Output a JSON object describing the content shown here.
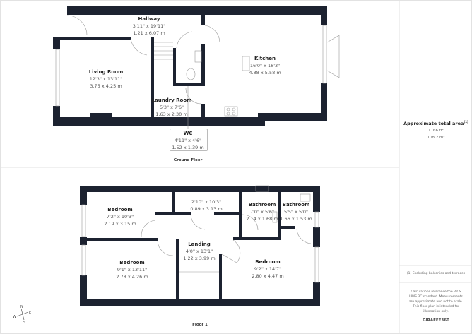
{
  "ground_floor": {
    "label": "Ground Floor",
    "rooms": [
      {
        "name": "Hallway",
        "imperial": "3'11\" x 19'11\"",
        "metric": "1.21 x 6.07 m"
      },
      {
        "name": "Living Room",
        "imperial": "12'3\" x 13'11\"",
        "metric": "3.75 x 4.25 m"
      },
      {
        "name": "Kitchen",
        "imperial": "16'0\" x 18'3\"",
        "metric": "4.88 x 5.58 m"
      },
      {
        "name": "Laundry Room",
        "imperial": "5'3\" x 7'6\"",
        "metric": "1.63 x 2.30 m"
      },
      {
        "name": "WC",
        "imperial": "4'11\" x 4'6\"",
        "metric": "1.52 x 1.39 m"
      }
    ]
  },
  "floor_1": {
    "label": "Floor 1",
    "rooms": [
      {
        "name": "Bedroom",
        "imperial": "7'2\" x 10'3\"",
        "metric": "2.19 x 3.15 m"
      },
      {
        "name": "",
        "imperial": "2'10\" x 10'3\"",
        "metric": "0.89 x 3.13 m"
      },
      {
        "name": "Bathroom",
        "imperial": "7'0\" x 5'6\"",
        "metric": "2.14 x 1.68 m"
      },
      {
        "name": "Bathroom",
        "imperial": "5'5\" x 5'0\"",
        "metric": "1.66 x 1.53 m"
      },
      {
        "name": "Landing",
        "imperial": "4'0\" x 13'1\"",
        "metric": "1.22 x 3.99 m"
      },
      {
        "name": "Bedroom",
        "imperial": "9'1\" x 13'11\"",
        "metric": "2.78 x 4.26 m"
      },
      {
        "name": "Bedroom",
        "imperial": "9'2\" x 14'7\"",
        "metric": "2.80 x 4.47 m"
      }
    ]
  },
  "summary": {
    "title": "Approximate total area",
    "title_sup": "(1)",
    "area_imperial": "1166 ft²",
    "area_metric": "108.2 m²",
    "footnote": "(1) Excluding balconies and terraces",
    "disclaimer": "Calculations reference the RICS IPMS 3C standard. Measurements are approximate and not to scale. This floor plan is intended for illustration only.",
    "brand": "GIRAFFE360"
  },
  "compass": {
    "n": "N",
    "e": "E",
    "s": "S",
    "w": "W"
  },
  "colors": {
    "wall": "#1c2230",
    "frame": "#e2e2e2"
  }
}
